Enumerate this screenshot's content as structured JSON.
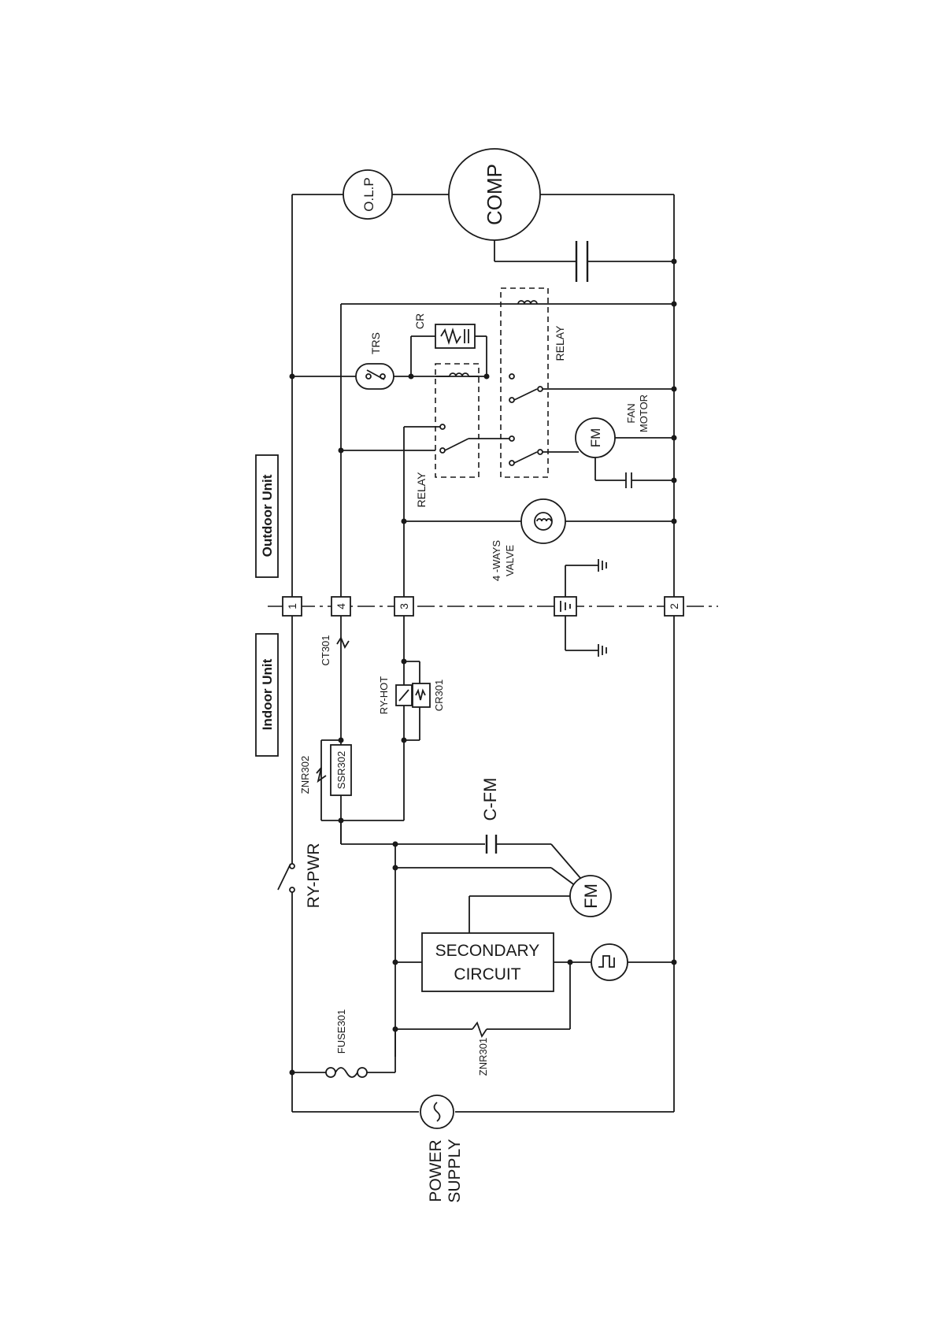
{
  "headers": {
    "outdoor_unit": "Outdoor Unit",
    "indoor_unit": "Indoor Unit"
  },
  "components": {
    "olp": "O.L.P",
    "comp": "COMP",
    "cr": "CR",
    "trs": "TRS",
    "relay_right": "RELAY",
    "relay_left": "RELAY",
    "fm_outdoor": "FM",
    "fan_motor_1": "FAN",
    "fan_motor_2": "MOTOR",
    "four_way_1": "4 -WAYS",
    "four_way_2": "VALVE",
    "ct301": "CT301",
    "ry_hot": "RY-HOT",
    "cr301": "CR301",
    "znr302": "ZNR302",
    "ssr302": "SSR302",
    "c_fm": "C-FM",
    "ry_pwr": "RY-PWR",
    "fm_indoor": "FM",
    "secondary_1": "SECONDARY",
    "secondary_2": "CIRCUIT",
    "fuse301": "FUSE301",
    "znr301": "ZNR301",
    "power_1": "POWER",
    "power_2": "SUPPLY"
  },
  "terminals": {
    "t1": "1",
    "t4": "4",
    "t3": "3",
    "t2": "2"
  }
}
